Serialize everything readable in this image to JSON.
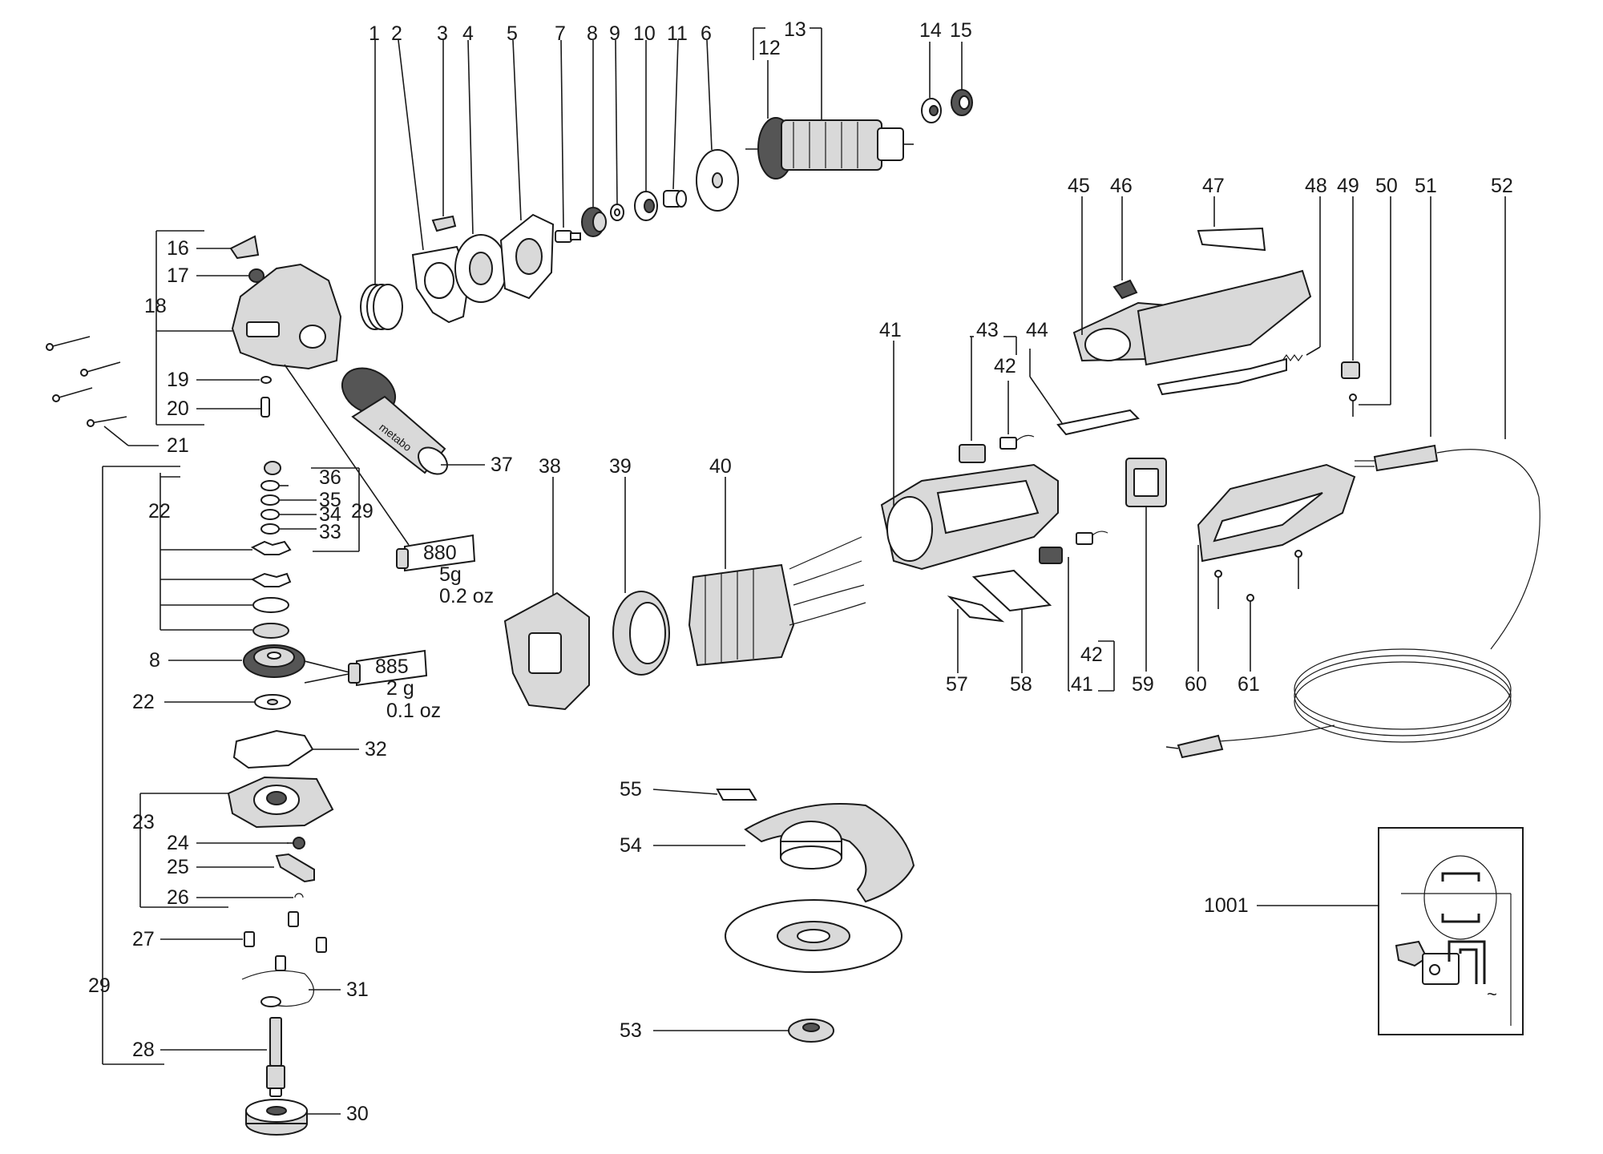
{
  "callouts": {
    "n1": "1",
    "n2": "2",
    "n3": "3",
    "n4": "4",
    "n5": "5",
    "n6": "6",
    "n7": "7",
    "n8": "8",
    "n9": "9",
    "n10": "10",
    "n11": "11",
    "n12": "12",
    "n13": "13",
    "n14": "14",
    "n15": "15",
    "n16": "16",
    "n17": "17",
    "n18": "18",
    "n19": "19",
    "n20": "20",
    "n21": "21",
    "n22": "22",
    "n23": "23",
    "n24": "24",
    "n25": "25",
    "n26": "26",
    "n27": "27",
    "n28": "28",
    "n29": "29",
    "n30": "30",
    "n31": "31",
    "n32": "32",
    "n33": "33",
    "n34": "34",
    "n35": "35",
    "n36": "36",
    "n37": "37",
    "n38": "38",
    "n39": "39",
    "n40": "40",
    "n41": "41",
    "n42": "42",
    "n43": "43",
    "n44": "44",
    "n45": "45",
    "n46": "46",
    "n47": "47",
    "n48": "48",
    "n49": "49",
    "n50": "50",
    "n51": "51",
    "n52": "52",
    "n53": "53",
    "n54": "54",
    "n55": "55",
    "n57": "57",
    "n58": "58",
    "n59": "59",
    "n60": "60",
    "n61": "61",
    "n1001": "1001"
  },
  "grease_880": {
    "code": "880",
    "weight_g": "5g",
    "weight_oz": "0.2 oz"
  },
  "grease_885": {
    "code": "885",
    "weight_g": "2 g",
    "weight_oz": "0.1 oz"
  },
  "handle_brand": "metabo",
  "colors": {
    "line": "#1a1a1a",
    "part_fill": "#d9d9d9",
    "dark_fill": "#555555",
    "background": "#ffffff"
  }
}
